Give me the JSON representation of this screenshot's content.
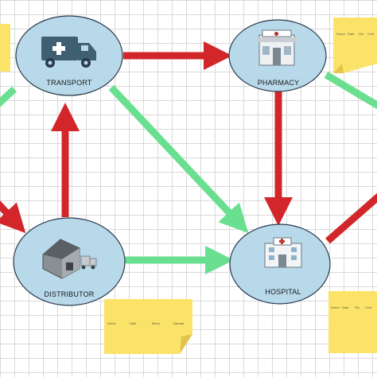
{
  "nodes": {
    "transport": {
      "label": "TRANSPORT",
      "icon": "truck-icon"
    },
    "pharmacy": {
      "label": "PHARMACY",
      "icon": "pharmacy-icon"
    },
    "distributor": {
      "label": "DISTRIBUTOR",
      "icon": "warehouse-icon"
    },
    "hospital": {
      "label": "HOSPITAL",
      "icon": "hospital-icon"
    }
  },
  "colors": {
    "node_fill": "#b8d9ea",
    "node_stroke": "#2b3a4a",
    "red_arrow": "#d3262a",
    "green_arrow": "#69df8f",
    "sticky_note": "#fbe36a"
  },
  "sticky_notes": {
    "pharmacy_note": [
      "Donor",
      "Date",
      "Dis",
      "Cont"
    ],
    "distributor_note": [
      "Donor",
      "Date",
      "Block",
      "Ejecuta"
    ],
    "hospital_note": [
      "Donor",
      "Date",
      "Dis",
      "Cont"
    ]
  }
}
